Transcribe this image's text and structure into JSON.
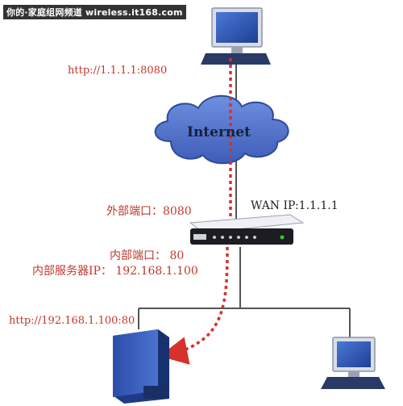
{
  "watermark": "你的·家庭组网频道 wireless.it168.com",
  "labels": {
    "top_url": "http://1.1.1.1:8080",
    "cloud": "Internet",
    "external_port": "外部端口：8080",
    "wan_ip": "WAN IP:1.1.1.1",
    "internal_port": "内部端口： 80",
    "internal_server_ip": "内部服务器IP： 192.168.1.100",
    "bottom_url": "http://192.168.1.100:80"
  },
  "colors": {
    "accent_red": "#c0392b",
    "line": "#555555",
    "cloud_fill": "#4f6fc4",
    "device_blue": "#2f56b0"
  },
  "icons": [
    "top-client-computer-icon",
    "internet-cloud-icon",
    "router-icon",
    "server-icon",
    "lan-client-computer-icon"
  ]
}
